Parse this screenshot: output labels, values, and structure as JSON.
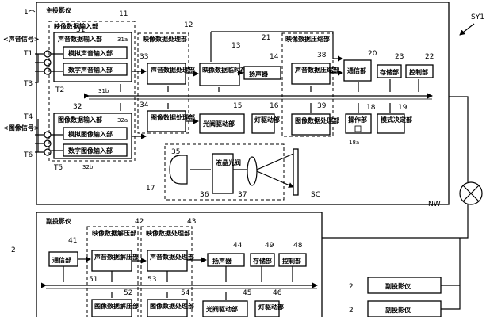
{
  "figure_id": "SY1",
  "main": {
    "ref": "1",
    "title": "主投影仪",
    "video_input": {
      "ref": "11",
      "label": "映像数据输入部"
    },
    "audio_input": {
      "ref": "31",
      "label": "声音数据输入部",
      "ref_a": "31a",
      "ref_b": "31b",
      "analog": "模拟声音输入部",
      "digital": "数字声音输入部"
    },
    "image_input": {
      "ref": "32",
      "label": "图像数据输入部",
      "ref_a": "32a",
      "ref_b": "32b",
      "analog": "模拟图像输入部",
      "digital": "数字图像输入部"
    },
    "processing_group_ref": "12",
    "processing_group_label": "映像数据处理部",
    "audio_proc": {
      "ref": "33",
      "label": "声音数据处理部"
    },
    "image_proc": {
      "ref": "34",
      "label": "图像数据处理部"
    },
    "temp_storage": {
      "ref": "13",
      "label": "映像数据临时存储部"
    },
    "speaker": {
      "ref": "14",
      "label": "扬声器"
    },
    "light_drive": {
      "ref": "15",
      "label": "光阀驱动部"
    },
    "lamp_drive": {
      "ref": "16",
      "label": "灯驱动部"
    },
    "compress_group_ref": "21",
    "compress_group_label": "映像数据压缩部",
    "audio_comp": {
      "ref": "38",
      "label": "声音数据压缩部"
    },
    "image_comp": {
      "ref": "39",
      "label": "图像数据处理部"
    },
    "comm": {
      "ref": "20",
      "label": "通信部"
    },
    "storage": {
      "ref": "23",
      "label": "存储部"
    },
    "control": {
      "ref": "22",
      "label": "控制部"
    },
    "operation": {
      "ref": "18",
      "label": "操作部",
      "ref_sub": "18a"
    },
    "mode": {
      "ref": "19",
      "label": "模式决定部"
    },
    "optics_ref": "17",
    "lamp_ref": "35",
    "lcd": {
      "ref": "36",
      "label": "液晶光阀"
    },
    "lens_ref": "37",
    "screen_ref": "SC",
    "network_ref": "NW",
    "terminals": [
      "T1",
      "T2",
      "T3",
      "T4",
      "T5",
      "T6"
    ],
    "audio_signal": "<声音信号>",
    "image_signal": "<图像信号>"
  },
  "sub": {
    "ref": "2",
    "title": "副投影仪",
    "comm": {
      "ref": "41",
      "label": "通信部"
    },
    "decomp_group": {
      "ref": "42",
      "label": "映像数据解压部"
    },
    "proc_group": {
      "ref": "43",
      "label": "映像数据处理部"
    },
    "audio_decomp": {
      "ref": "51",
      "label": "声音数据解压部"
    },
    "audio_proc": {
      "ref": "53",
      "label": "声音数据处理部"
    },
    "speaker": {
      "ref": "44",
      "label": "扬声器"
    },
    "storage": {
      "ref": "49",
      "label": "存储部"
    },
    "control": {
      "ref": "48",
      "label": "控制部"
    },
    "image_decomp": {
      "ref": "52",
      "label": "图像数据解压部"
    },
    "image_proc": {
      "ref": "54",
      "label": "图像数据处理部"
    },
    "light_drive": {
      "ref": "45",
      "label": "光阀驱动部"
    },
    "lamp_drive": {
      "ref": "46",
      "label": "灯驱动部"
    },
    "extra": [
      {
        "ref": "2",
        "label": "副投影仪"
      },
      {
        "ref": "2",
        "label": "副投影仪"
      }
    ]
  }
}
